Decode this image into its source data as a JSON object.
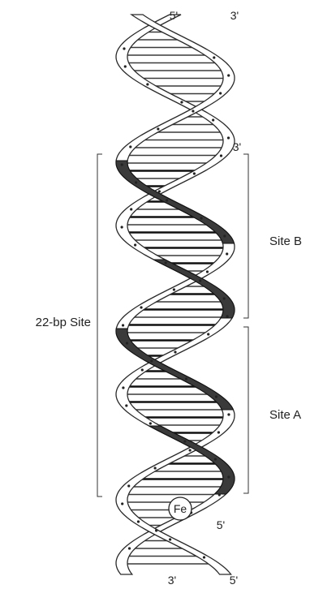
{
  "labels": {
    "top_left_end": "5'",
    "top_right_end": "3'",
    "upper_three_prime": "3'",
    "bottom_five_prime_inner": "5'",
    "bottom_left_end": "3'",
    "bottom_right_end": "5'",
    "site_b": "Site B",
    "site_a": "Site A",
    "full_site": "22-bp Site",
    "iron": "Fe"
  },
  "colors": {
    "strand_fill": "#ffffff",
    "highlight_strand": "#3a3a3a",
    "outline": "#222222"
  }
}
